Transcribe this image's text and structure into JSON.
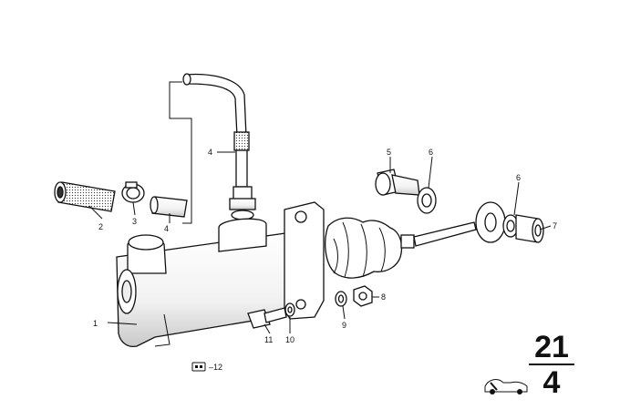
{
  "labels": {
    "p1": "1",
    "p2": "2",
    "p3": "3",
    "p4a": "4",
    "p4b": "4",
    "p5": "5",
    "p6a": "6",
    "p6b": "6",
    "p7": "7",
    "p8": "8",
    "p9": "9",
    "p10": "10",
    "p11": "11",
    "p12": "12"
  },
  "group": {
    "main": "21",
    "sub": "4"
  },
  "colors": {
    "line": "#111111",
    "fill": "#ffffff",
    "shade": "#d8d8d8"
  }
}
